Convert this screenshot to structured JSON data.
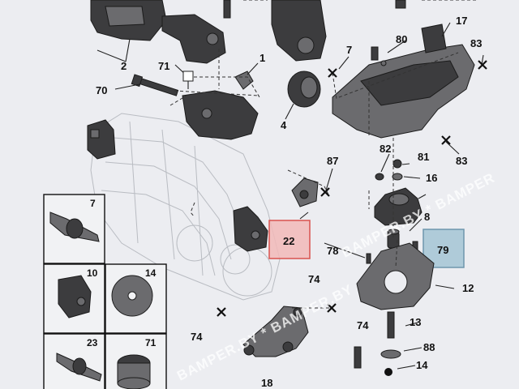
{
  "diagram": {
    "colors": {
      "background": "#ecedf1",
      "highlight_red_fill": "#f2b8b8",
      "highlight_red_border": "#d9534f",
      "highlight_blue_fill": "#a9c6d6",
      "highlight_blue_border": "#6e96ad",
      "part_dark": "#3c3c3e"
    },
    "callouts": {
      "c1": "1",
      "c2": "2",
      "c4": "4",
      "c7a": "7",
      "c7b": "7",
      "c8": "8",
      "c12": "12",
      "c13": "13",
      "c14a": "14",
      "c14b": "14",
      "c16": "16",
      "c17": "17",
      "c18": "18",
      "c10": "10",
      "c22": "22",
      "c23": "23",
      "c70": "70",
      "c71a": "71",
      "c71b": "71",
      "c74a": "74",
      "c74b": "74",
      "c74c": "74",
      "c78": "78",
      "c79": "79",
      "c80": "80",
      "c81": "81",
      "c82": "82",
      "c83a": "83",
      "c83b": "83",
      "c87": "87",
      "c88": "88"
    },
    "watermarks": {
      "w1": "BAMPER.BY * BAMPER.BY",
      "w2": "BAMPER.BY * BAMPER"
    }
  }
}
